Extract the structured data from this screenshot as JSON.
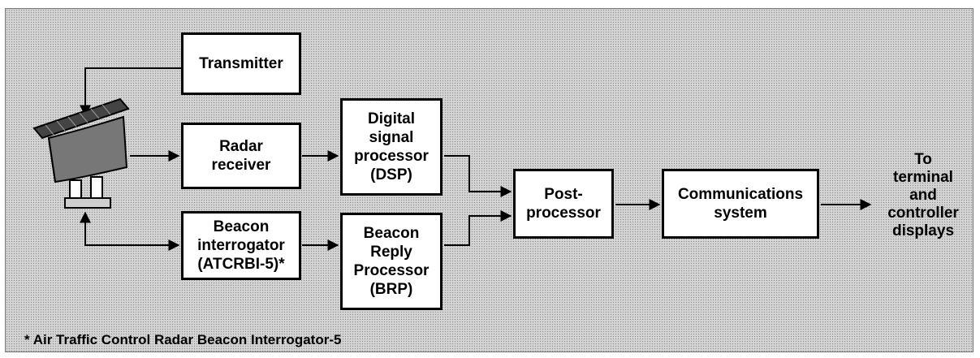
{
  "diagram": {
    "blocks": {
      "transmitter": "Transmitter",
      "radar_receiver": "Radar\nreceiver",
      "beacon_interrogator": "Beacon\ninterrogator\n(ATCRBI-5)*",
      "dsp": "Digital\nsignal\nprocessor\n(DSP)",
      "brp": "Beacon\nReply\nProcessor\n(BRP)",
      "post_processor": "Post-\nprocessor",
      "communications": "Communications\nsystem"
    },
    "output_label": "To\nterminal\nand\ncontroller\ndisplays",
    "footnote": "* Air Traffic Control Radar Beacon Interrogator-5",
    "antenna_icon": "radar-antenna-icon"
  }
}
